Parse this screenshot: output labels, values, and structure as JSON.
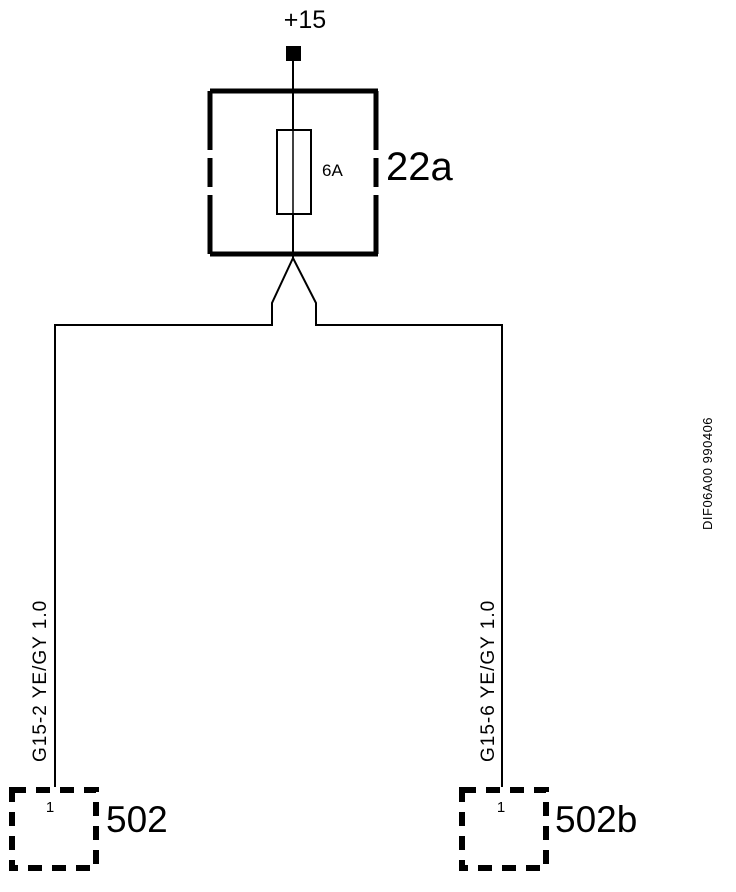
{
  "supply": {
    "label": "+15"
  },
  "fuse": {
    "rating": "6A",
    "id": "22a"
  },
  "wires": {
    "left": {
      "label": "G15-2  YE/GY  1.0"
    },
    "right": {
      "label": "G15-6  YE/GY  1.0"
    }
  },
  "connectors": {
    "left": {
      "pin": "1",
      "id": "502"
    },
    "right": {
      "pin": "1",
      "id": "502b"
    }
  },
  "document": {
    "code": "DIF06A00 990406"
  }
}
